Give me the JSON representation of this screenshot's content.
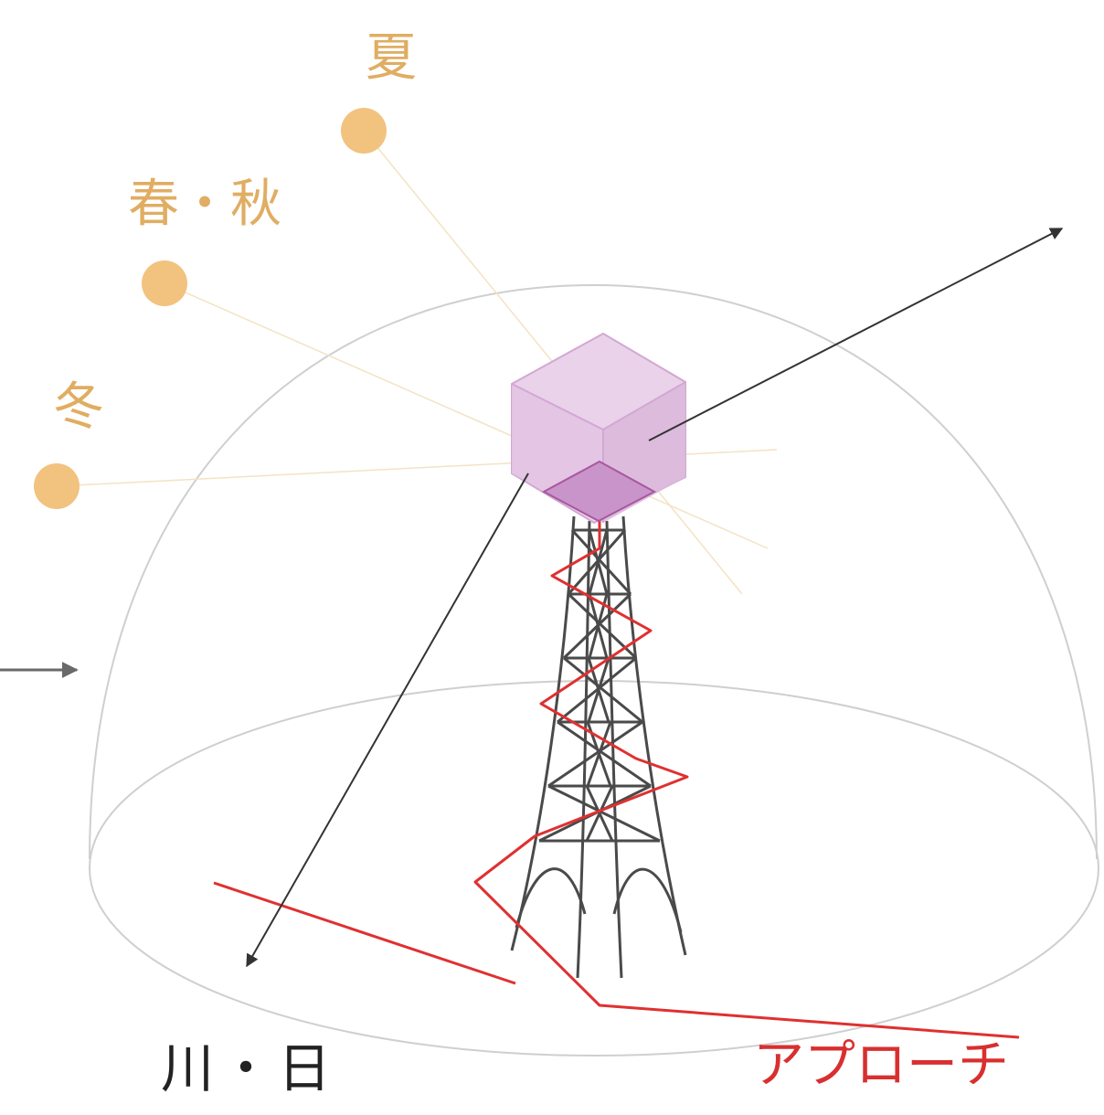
{
  "labels": {
    "summer": "夏",
    "spring_autumn": "春・秋",
    "winter": "冬",
    "river_day": "川・日",
    "approach": "アプローチ"
  },
  "colors": {
    "sun": "#f2c27f",
    "season_text": "#e0ad62",
    "approach": "#d92f2f",
    "dome": "#c8c8c8",
    "tower": "#4a4a4a",
    "cube": "#d9b3d9"
  }
}
